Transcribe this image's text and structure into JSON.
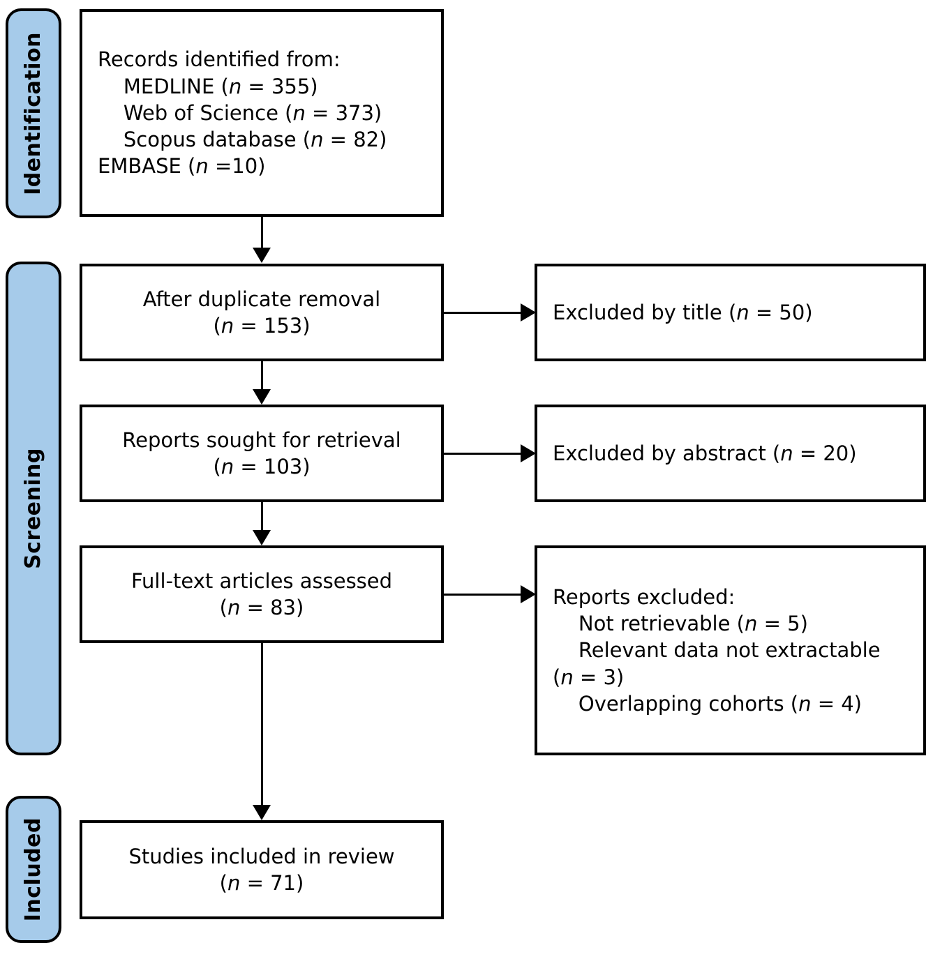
{
  "diagram": {
    "title": "PRISMA flow diagram",
    "accent_color": "#A6CBEA",
    "line_color": "#000000",
    "background_color": "#FFFFFF"
  },
  "phases": [
    {
      "id": "identification",
      "label": "Identification"
    },
    {
      "id": "screening",
      "label": "Screening"
    },
    {
      "id": "included",
      "label": "Included"
    }
  ],
  "boxes": {
    "records_identified": {
      "lines": [
        "Records identified from:",
        "    MEDLINE (n = 355)",
        "    Web of Science (n = 373)",
        "    Scopus database (n = 82)",
        "EMBASE (n =10)"
      ],
      "text": "Records identified from:\n    MEDLINE (n = 355)\n    Web of Science (n = 373)\n    Scopus database (n = 82)\nEMBASE (n =10)"
    },
    "after_duplicate_removal": {
      "text": "After duplicate removal\n(n = 153)",
      "label": "After duplicate removal",
      "count": 153
    },
    "excluded_by_title": {
      "text": "Excluded by title (n = 50)",
      "label": "Excluded by title",
      "count": 50
    },
    "reports_sought": {
      "text": "Reports sought for retrieval\n(n = 103)",
      "label": "Reports sought for retrieval",
      "count": 103
    },
    "excluded_by_abstract": {
      "text": "Excluded by abstract (n = 20)",
      "label": "Excluded by abstract",
      "count": 20
    },
    "full_text_assessed": {
      "text": "Full-text articles assessed\n(n = 83)",
      "label": "Full-text articles assessed",
      "count": 83
    },
    "reports_excluded": {
      "text": "Reports excluded:\n    Not retrievable (n = 5)\n    Relevant data not extractable\n(n = 3)\n    Overlapping cohorts (n = 4)",
      "heading": "Reports excluded:",
      "reasons": [
        {
          "label": "Not retrievable",
          "count": 5
        },
        {
          "label": "Relevant data not extractable",
          "count": 3
        },
        {
          "label": "Overlapping cohorts",
          "count": 4
        }
      ]
    },
    "studies_included": {
      "text": "Studies included in review\n(n = 71)",
      "label": "Studies included in review",
      "count": 71
    }
  }
}
